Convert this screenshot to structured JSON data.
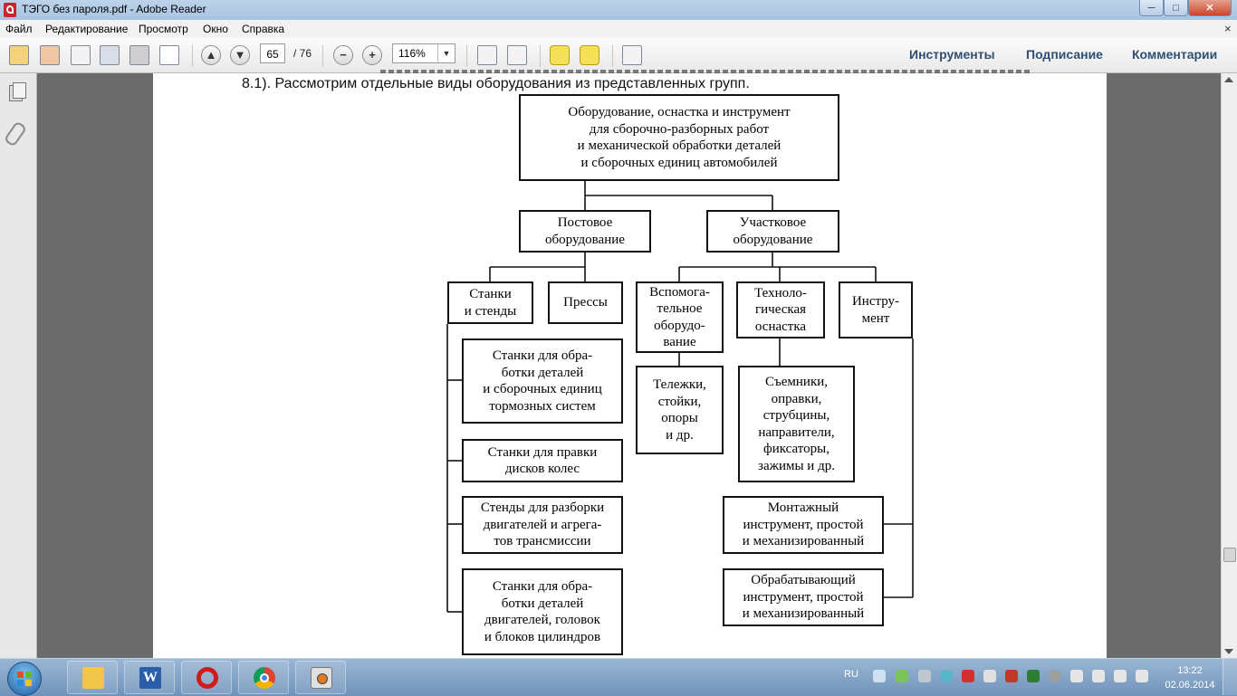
{
  "window": {
    "title": "ТЭГО без пароля.pdf - Adobe Reader",
    "min_label": "─",
    "max_label": "□",
    "close_label": "✕"
  },
  "menu": {
    "items": [
      "Файл",
      "Редактирование",
      "Просмотр",
      "Окно",
      "Справка"
    ],
    "close_label": "×"
  },
  "toolbar": {
    "page_current": "65",
    "page_total": "/ 76",
    "zoom": "116%",
    "zoom_minus": "−",
    "zoom_plus": "+",
    "prev_page": "▲",
    "next_page": "▼",
    "dropdown": "▼",
    "right_links": [
      "Инструменты",
      "Подписание",
      "Комментарии"
    ]
  },
  "document": {
    "text_line": "8.1). Рассмотрим отдельные виды оборудования из представленных групп.",
    "diagram": {
      "root": "Оборудование, оснастка и инструмент\nдля сборочно-разборных работ\nи механической обработки деталей\nи сборочных единиц автомобилей",
      "post": "Постовое\nоборудование",
      "section": "Участковое\nоборудование",
      "machines": "Станки\nи стенды",
      "presses": "Прессы",
      "auxiliary": "Вспомога-\nтельное\nоборудо-\nвание",
      "tech": "Техноло-\nгическая\nоснастка",
      "tools": "Инстру-\nмент",
      "brake": "Станки для обра-\nботки деталей\nи сборочных единиц\nтормозных систем",
      "wheels": "Станки для правки\nдисков колес",
      "stands": "Стенды для разборки\nдвигателей и агрега-\nтов трансмиссии",
      "engines": "Станки для обра-\nботки деталей\nдвигателей, головок\nи блоков цилиндров",
      "carts": "Тележки,\nстойки,\nопоры\nи др.",
      "pullers": "Съемники,\nоправки,\nструбцины,\nнаправители,\nфиксаторы,\nзажимы и др.",
      "mounting": "Монтажный\nинструмент, простой\nи механизированный",
      "machining": "Обрабатывающий\nинструмент, простой\nи механизированный"
    }
  },
  "taskbar": {
    "word_icon": "W",
    "lang": "RU",
    "time": "13:22",
    "date": "02.06.2014"
  },
  "colors": {
    "titlebar": "#a9c3e0",
    "link_blue": "#2e4f74",
    "doc_background": "#6b6b6b"
  }
}
